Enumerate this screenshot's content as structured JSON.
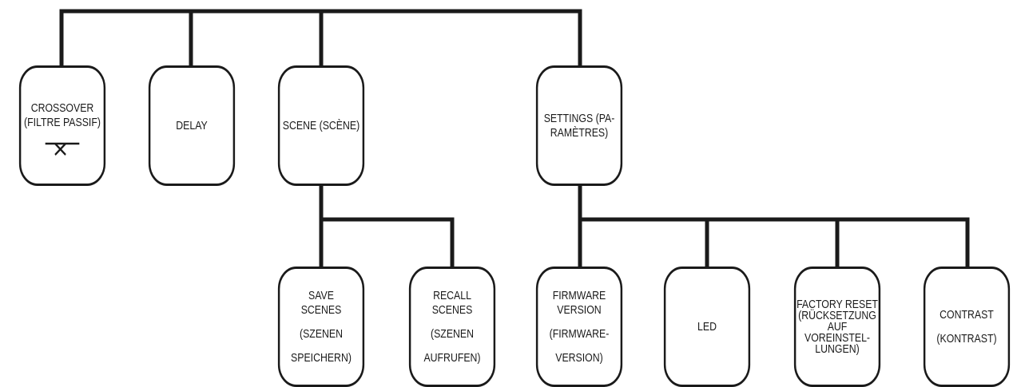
{
  "nodes": {
    "crossover": {
      "lines": [
        "CROSSOVER",
        "(FILTRE PASSIF)"
      ],
      "icon": "crossover-filter-icon"
    },
    "delay": {
      "lines": [
        "DELAY"
      ]
    },
    "scene": {
      "lines": [
        "SCENE (SCÈNE)"
      ]
    },
    "settings": {
      "lines": [
        "SETTINGS (PA-",
        "RAMÈTRES)"
      ]
    },
    "save_scenes": {
      "lines": [
        "SAVE",
        "SCENES",
        "(SZENEN",
        "SPEICHERN)"
      ]
    },
    "recall_scenes": {
      "lines": [
        "RECALL",
        "SCENES",
        "(SZENEN",
        "AUFRUFEN)"
      ]
    },
    "firmware_version": {
      "lines": [
        "FIRMWARE",
        "VERSION",
        "(FIRMWARE-",
        "VERSION)"
      ]
    },
    "led": {
      "lines": [
        "LED"
      ]
    },
    "factory_reset": {
      "lines": [
        "FACTORY RESET",
        "(RÜCKSETZUNG",
        "AUF VOREINSTEL-",
        "LUNGEN)"
      ]
    },
    "contrast": {
      "lines": [
        "CONTRAST",
        "(KONTRAST)"
      ]
    }
  },
  "colors": {
    "line": "#1a1a1a",
    "background": "#ffffff"
  }
}
